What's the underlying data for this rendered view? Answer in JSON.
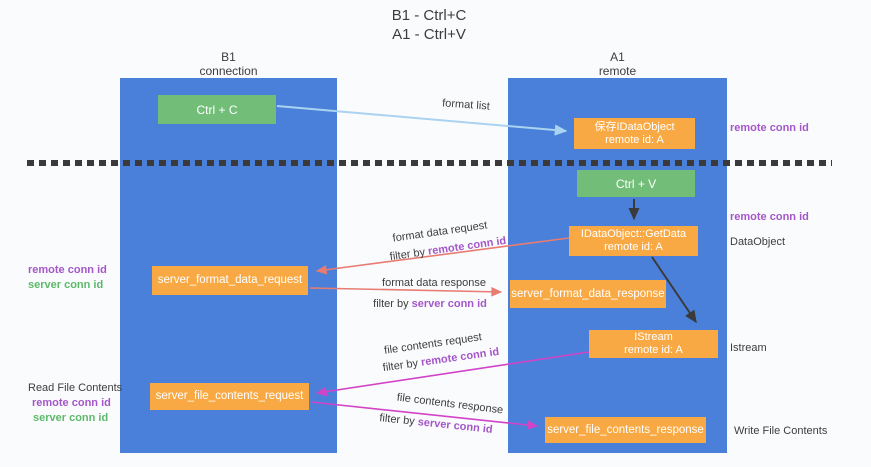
{
  "colors": {
    "bg": "#fafbfc",
    "column_blue": "#4a80d9",
    "box_green": "#72be78",
    "box_orange": "#f9a944",
    "text_purple": "#a457c9",
    "text_green": "#5cb96b",
    "text_dark": "#3d3d3d",
    "arrow_red": "#e87c72",
    "arrow_magenta": "#d243c8",
    "arrow_blue": "#a9d3f0",
    "arrow_black": "#3a3a3a"
  },
  "title": {
    "line1": "B1 - Ctrl+C",
    "line2": "A1 - Ctrl+V"
  },
  "lanes": {
    "b1": {
      "name": "B1",
      "subtitle": "connection"
    },
    "a1": {
      "name": "A1",
      "subtitle": "remote"
    }
  },
  "boxes": {
    "ctrl_c": {
      "label": "Ctrl + C"
    },
    "ctrl_v": {
      "label": "Ctrl + V"
    },
    "save_dataobject": {
      "line1": "保存IDataObject",
      "line2": "remote id: A"
    },
    "getdata": {
      "line1": "IDataObject::GetData",
      "line2": "remote id: A"
    },
    "istream": {
      "line1": "IStream",
      "line2": "remote id: A"
    },
    "format_request": {
      "label": "server_format_data_request"
    },
    "format_response": {
      "label": "server_format_data_response"
    },
    "file_request": {
      "label": "server_file_contents_request"
    },
    "file_response": {
      "label": "server_file_contents_response"
    }
  },
  "arrow_labels": {
    "format_list": "format list",
    "format_data_request": "format data request",
    "format_data_request_filter_prefix": "filter by ",
    "format_data_request_filter_key": "remote conn id",
    "format_data_response": "format data response",
    "format_data_response_filter_prefix": "filter by ",
    "format_data_response_filter_key": "server conn id",
    "file_contents_request": "file contents request",
    "file_contents_request_filter_prefix": "filter by ",
    "file_contents_request_filter_key": "remote conn id",
    "file_contents_response": "file contents response",
    "file_contents_response_filter_prefix": "filter by ",
    "file_contents_response_filter_key": "server conn id"
  },
  "side_labels": {
    "right_top_remote_conn_id": "remote conn id",
    "right_mid_remote_conn_id": "remote conn id",
    "dataobject": "DataObject",
    "istream": "Istream",
    "write_file_contents": "Write File Contents",
    "left_remote_conn_id": "remote conn id",
    "left_server_conn_id": "server conn id",
    "read_file_contents": "Read File Contents",
    "left_bottom_remote_conn_id": "remote conn id",
    "left_bottom_server_conn_id": "server conn id"
  }
}
